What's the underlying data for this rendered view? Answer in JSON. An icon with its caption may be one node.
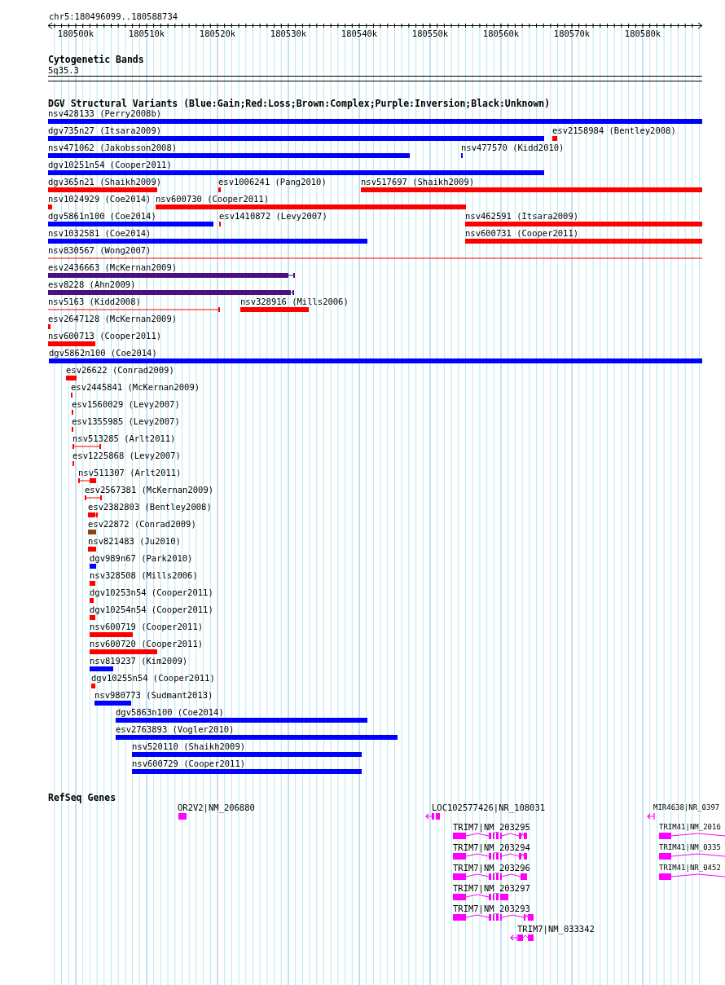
{
  "diagram": {
    "labels": [
      "chr5:180496099..180588734",
      "180500k",
      "180510k",
      "180520k",
      "180530k",
      "180540k",
      "180550k",
      "180560k",
      "180570k",
      "180580k",
      "Cytogenetic Bands",
      "5q35.3",
      "DGV Structural Variants (Blue:Gain;Red:Loss;Brown:Complex;Purple:Inversion;Black:Unknown)",
      "nsv428133 (Perry2008b)",
      "dgv735n27 (Itsara2009)",
      "esv2158984 (Bentley2008)",
      "nsv471062 (Jakobsson2008)",
      "nsv477570 (Kidd2010)",
      "dgv10251n54 (Cooper2011)",
      "dgv365n21 (Shaikh2009)",
      "esv1006241 (Pang2010)",
      "nsv517697 (Shaikh2009)",
      "nsv1024929 (Coe2014)",
      "nsv600730 (Cooper2011)",
      "dgv5861n100 (Coe2014)",
      "esv1410872 (Levy2007)",
      "nsv462591 (Itsara2009)",
      "nsv1032581 (Coe2014)",
      "nsv600731 (Cooper2011)",
      "nsv830567 (Wong2007)",
      "esv2436663 (McKernan2009)",
      "esv8228 (Ahn2009)",
      "nsv5163 (Kidd2008)",
      "nsv328916 (Mills2006)",
      "esv2647128 (McKernan2009)",
      "nsv600713 (Cooper2011)",
      "dgv5862n100 (Coe2014)",
      "esv26622 (Conrad2009)",
      "esv2445841 (McKernan2009)",
      "esv1560029 (Levy2007)",
      "esv1355985 (Levy2007)",
      "nsv513285 (Arlt2011)",
      "esv1225868 (Levy2007)",
      "nsv511307 (Arlt2011)",
      "esv2567381 (McKernan2009)",
      "esv2382803 (Bentley2008)",
      "esv22872 (Conrad2009)",
      "nsv821483 (Ju2010)",
      "dgv989n67 (Park2010)",
      "nsv328508 (Mills2006)",
      "dgv10253n54 (Cooper2011)",
      "dgv10254n54 (Cooper2011)",
      "nsv600719 (Cooper2011)",
      "nsv600720 (Cooper2011)",
      "nsv819237 (Kim2009)",
      "dgv10255n54 (Cooper2011)",
      "nsv980773 (Sudmant2013)",
      "dgv5863n100 (Coe2014)",
      "esv2763893 (Vogler2010)",
      "nsv520110 (Shaikh2009)",
      "nsv600729 (Cooper2011)",
      "RefSeq Genes",
      "OR2V2|NM_206880",
      "LOC102577426|NR_108031",
      "MIR4638|NR_0397",
      "TRIM7|NM_203295",
      "TRIM7|NM_203294",
      "TRIM7|NM_203296",
      "TRIM7|NM_203297",
      "TRIM7|NM_203293",
      "TRIM7|NM_033342",
      "TRIM41|NM_2016",
      "TRIM41|NM_0335",
      "TRIM41|NR_0452"
    ]
  }
}
